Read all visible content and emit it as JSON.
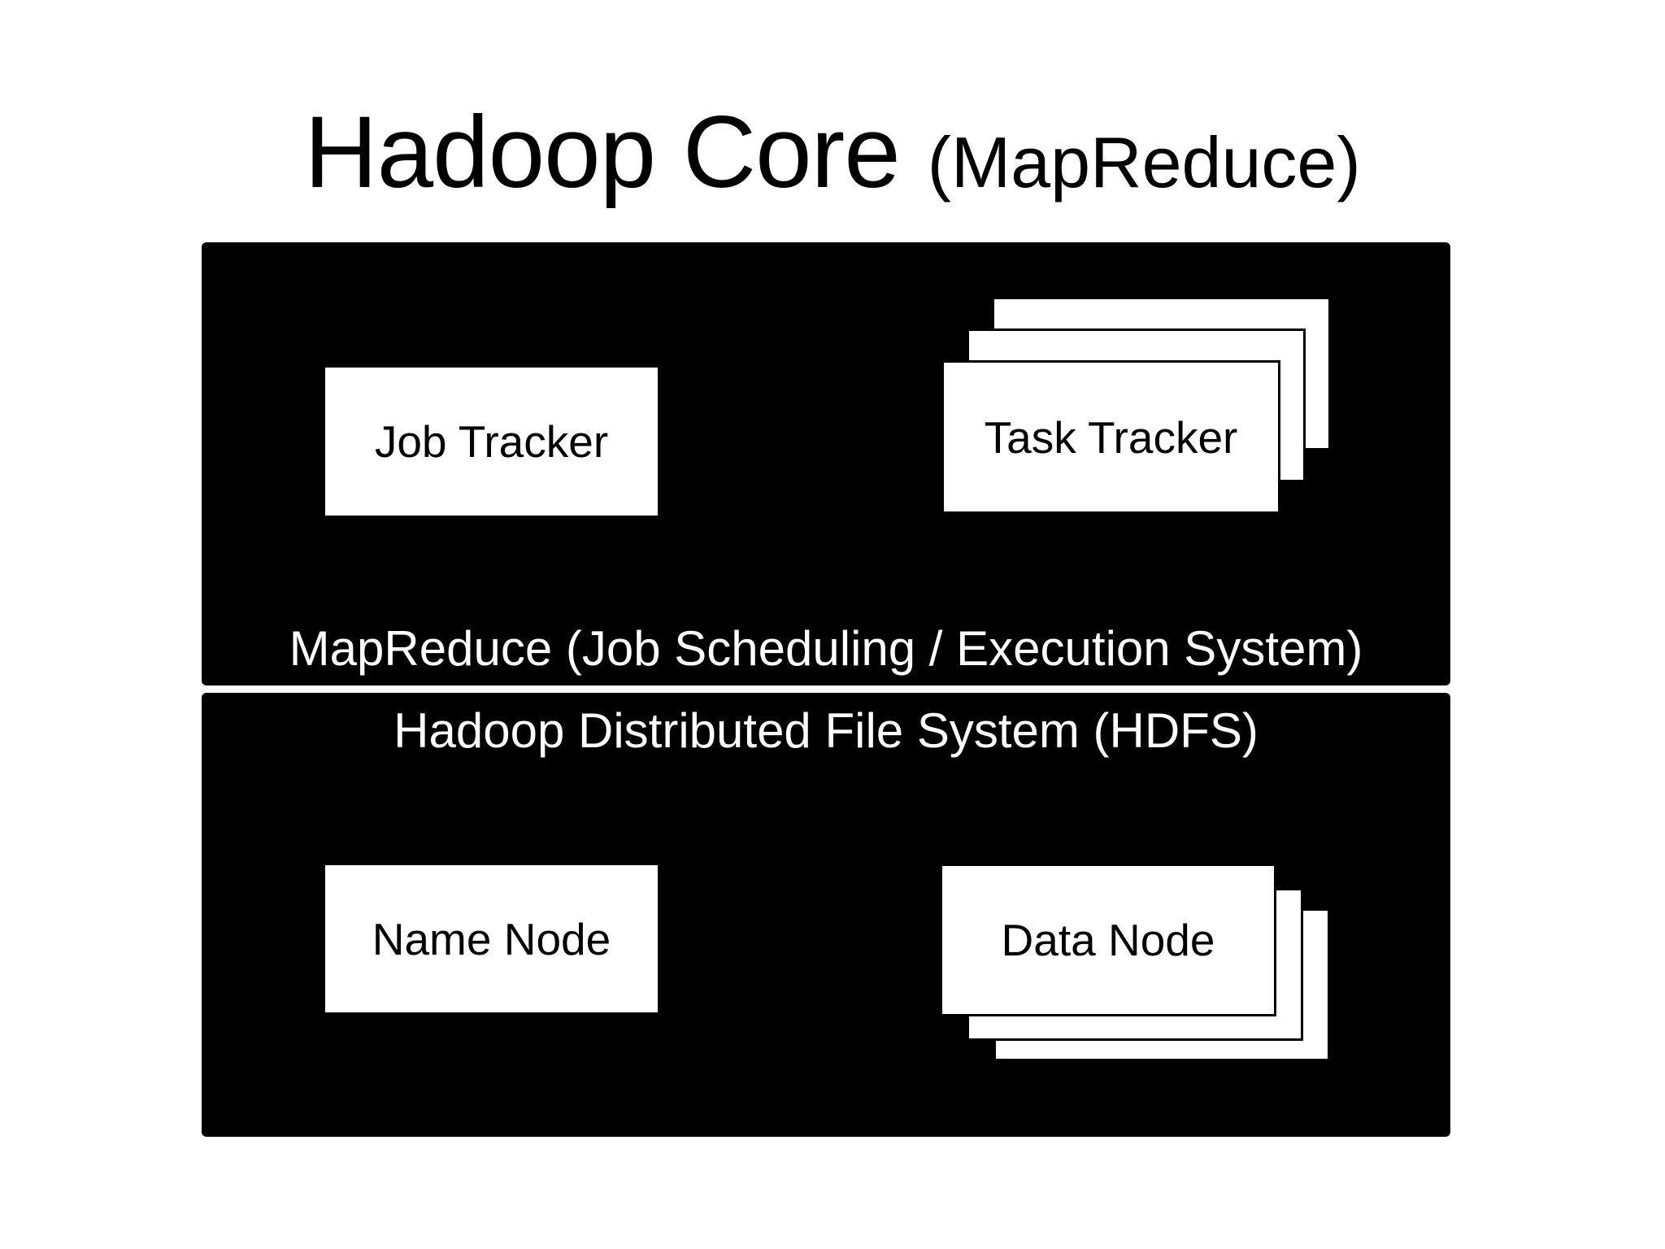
{
  "title": {
    "main": "Hadoop Core",
    "paren": "(MapReduce)"
  },
  "mapreduce_layer": {
    "label": "MapReduce (Job Scheduling / Execution System)",
    "job_tracker": {
      "label": "Job Tracker"
    },
    "task_tracker": {
      "label": "Task Tracker",
      "stack_count": 3
    }
  },
  "hdfs_layer": {
    "label": "Hadoop Distributed File System (HDFS)",
    "name_node": {
      "label": "Name Node"
    },
    "data_node": {
      "label": "Data Node",
      "stack_count": 3
    }
  },
  "colors": {
    "background": "#ffffff",
    "layer_fill": "#000000",
    "layer_text": "#ffffff",
    "node_fill": "#ffffff",
    "node_border": "#000000",
    "node_text": "#000000",
    "title_text": "#000000"
  }
}
